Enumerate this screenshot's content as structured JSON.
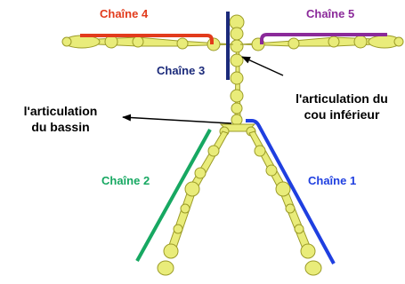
{
  "chains": [
    {
      "label": "Chaîne 1",
      "color": "#1f3fe0"
    },
    {
      "label": "Chaîne 2",
      "color": "#17a862"
    },
    {
      "label": "Chaîne 3",
      "color": "#1b2a7a"
    },
    {
      "label": "Chaîne 4",
      "color": "#e23b1c"
    },
    {
      "label": "Chaîne 5",
      "color": "#8b2a9a"
    }
  ],
  "annotations": {
    "pelvis_line1": "l'articulation",
    "pelvis_line2": "du bassin",
    "neck_line1": "l'articulation du",
    "neck_line2": "cou inférieur"
  },
  "colors": {
    "skeleton_fill": "#e9ec7a",
    "skeleton_stroke": "#9c9c28",
    "arrow": "#000000"
  }
}
